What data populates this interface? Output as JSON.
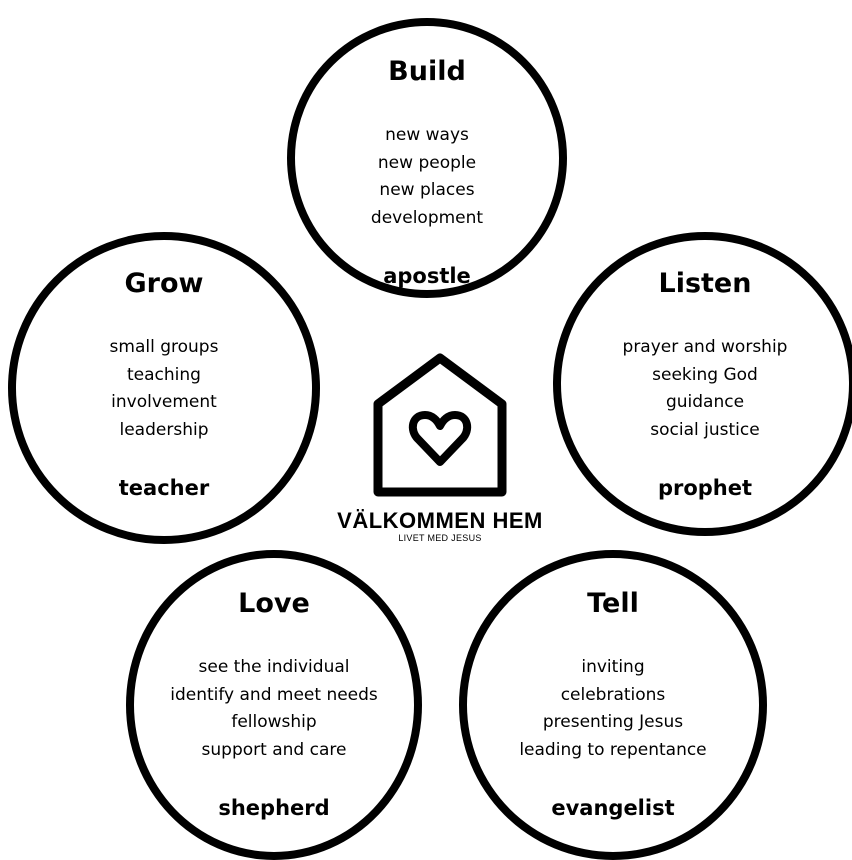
{
  "circles": [
    {
      "id": "build",
      "title": "Build",
      "items": [
        "new ways",
        "new people",
        "new places",
        "development"
      ],
      "role": "apostle"
    },
    {
      "id": "grow",
      "title": "Grow",
      "items": [
        "small groups",
        "teaching",
        "involvement",
        "leadership"
      ],
      "role": "teacher"
    },
    {
      "id": "listen",
      "title": "Listen",
      "items": [
        "prayer and worship",
        "seeking God",
        "guidance",
        "social justice"
      ],
      "role": "prophet"
    },
    {
      "id": "love",
      "title": "Love",
      "items": [
        "see the individual",
        "identify and meet needs",
        "fellowship",
        "support and care"
      ],
      "role": "shepherd"
    },
    {
      "id": "tell",
      "title": "Tell",
      "items": [
        "inviting",
        "celebrations",
        "presenting Jesus",
        "leading to repentance"
      ],
      "role": "evangelist"
    }
  ],
  "logo": {
    "title": "VÄLKOMMEN HEM",
    "subtitle": "LIVET MED JESUS",
    "icons": [
      "house-icon",
      "heart-icon"
    ]
  },
  "colors": {
    "stroke": "#000000",
    "background": "#ffffff"
  }
}
